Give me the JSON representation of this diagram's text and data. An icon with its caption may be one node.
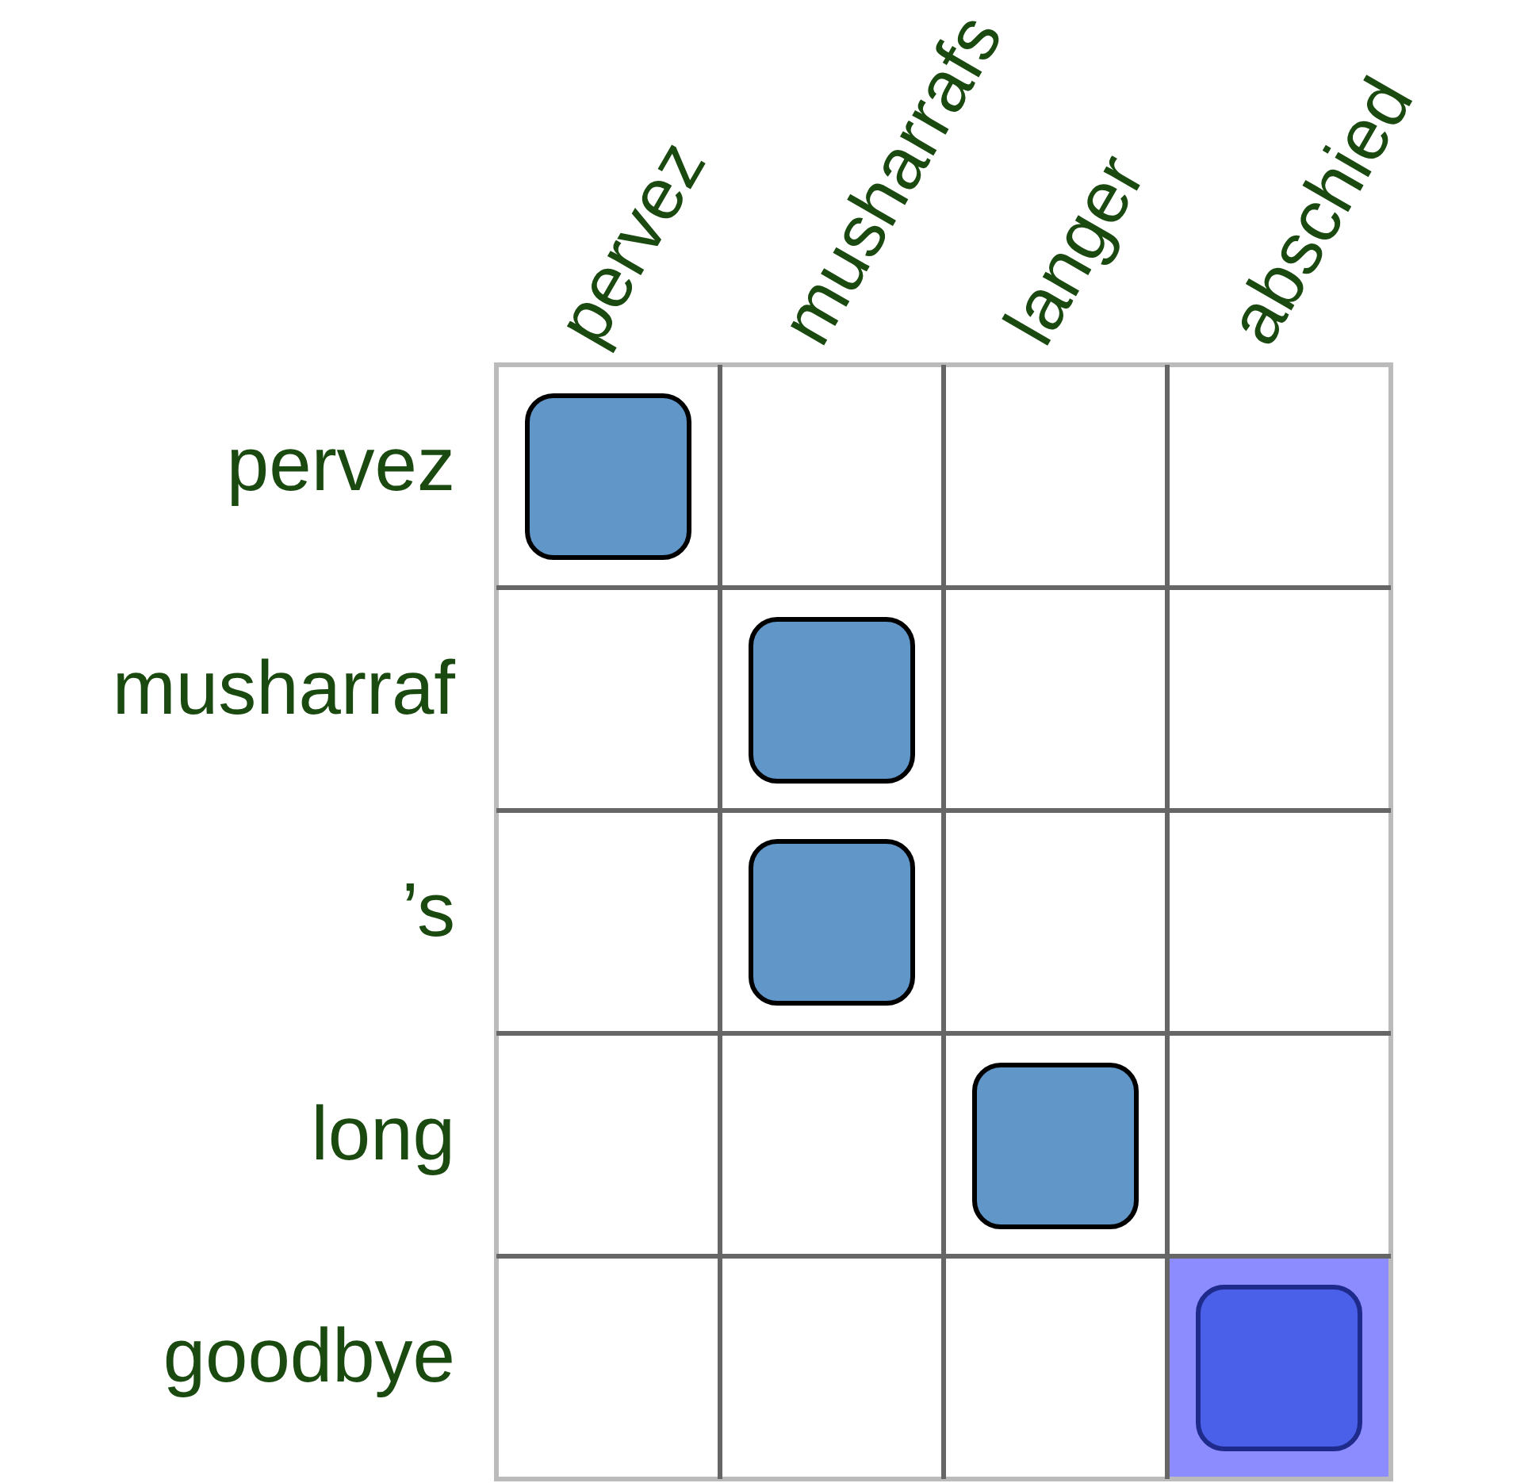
{
  "diagram": {
    "nodes": [
      {
        "text": [],
        "shape": "box"
      },
      {
        "text": [],
        "shape": "box"
      },
      {
        "text": [],
        "shape": "box"
      },
      {
        "text": [],
        "shape": "box"
      },
      {
        "text": [],
        "shape": "box"
      }
    ],
    "labels": [
      "pervez",
      "musharrafs",
      "langer",
      "abschied",
      "pervez",
      "musharraf",
      "’s",
      "long",
      "goodbye"
    ]
  }
}
